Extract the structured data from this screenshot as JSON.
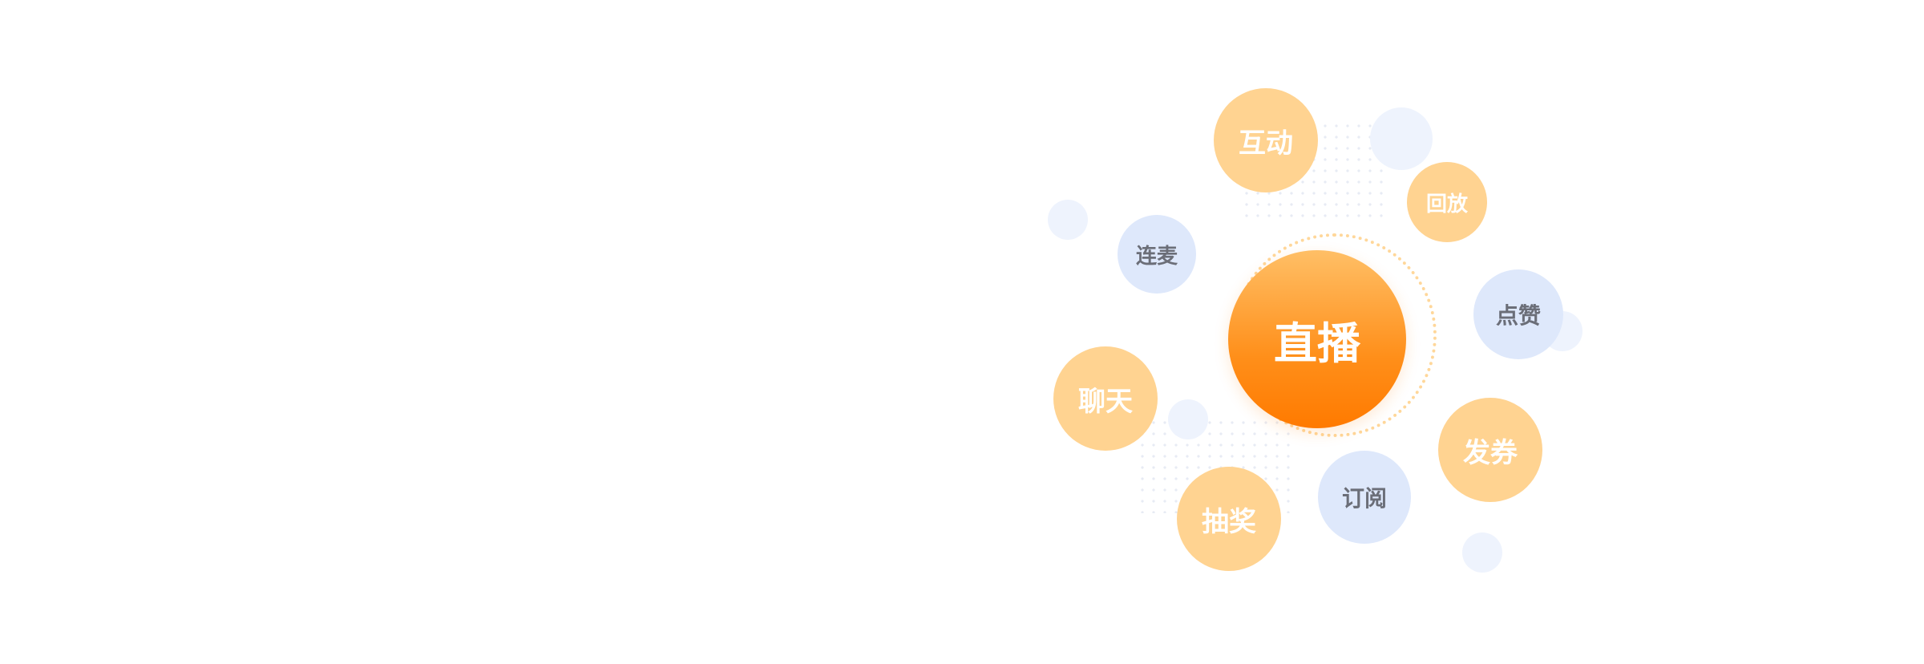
{
  "center": {
    "label": "直播",
    "gradient_top": "#ffbf66",
    "gradient_bottom": "#ff7a00"
  },
  "features": [
    {
      "id": "hudong",
      "label": "互动",
      "style": "orange"
    },
    {
      "id": "huifang",
      "label": "回放",
      "style": "orange"
    },
    {
      "id": "lianmai",
      "label": "连麦",
      "style": "blue"
    },
    {
      "id": "dianzan",
      "label": "点赞",
      "style": "blue"
    },
    {
      "id": "liaotian",
      "label": "聊天",
      "style": "orange"
    },
    {
      "id": "faquan",
      "label": "发券",
      "style": "orange"
    },
    {
      "id": "dingyue",
      "label": "订阅",
      "style": "blue"
    },
    {
      "id": "choujiang",
      "label": "抽奖",
      "style": "orange"
    }
  ],
  "colors": {
    "orange_bubble": "#ffd391",
    "blue_bubble": "#dee8fb",
    "orange_text": "#ffffff",
    "blue_text": "#6b6e78",
    "decor": "#eef3fd",
    "ring": "#ffd79a"
  }
}
